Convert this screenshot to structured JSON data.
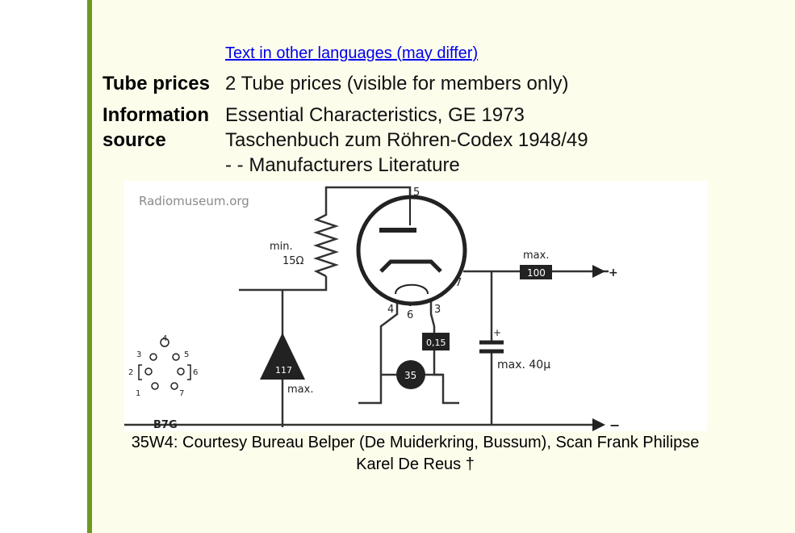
{
  "links": {
    "other_languages": "Text in other languages (may differ)"
  },
  "tube_prices": {
    "label": "Tube prices",
    "value": "2 Tube prices (visible for members only)"
  },
  "information_source": {
    "label_line1": "Information",
    "label_line2": "source",
    "lines": [
      "Essential Characteristics, GE 1973",
      "Taschenbuch zum Röhren-Codex 1948/49",
      "- - Manufacturers Literature"
    ]
  },
  "schematic": {
    "watermark": "Radiomuseum.org",
    "resistor_label_1": "min.",
    "resistor_label_2": "15Ω",
    "anode_resistor_max": "max.",
    "anode_resistor_value": "100",
    "capacitor_label": "max. 40μ",
    "diode_value": "117",
    "diode_max": "max.",
    "heater_resistor": "0,15",
    "heater_lamp": "35",
    "base_type": "B7G",
    "pin_5": "5",
    "pin_7": "7",
    "pin_4": "4",
    "pin_6": "6",
    "pin_3": "3",
    "base_pins": [
      "1",
      "2",
      "3",
      "4",
      "5",
      "6",
      "7"
    ],
    "plus_terminal": "+",
    "minus_terminal": "−"
  },
  "caption": {
    "line1": "35W4: Courtesy Bureau Belper (De Muiderkring, Bussum), Scan Frank Philipse",
    "line2": "Karel De Reus †"
  }
}
